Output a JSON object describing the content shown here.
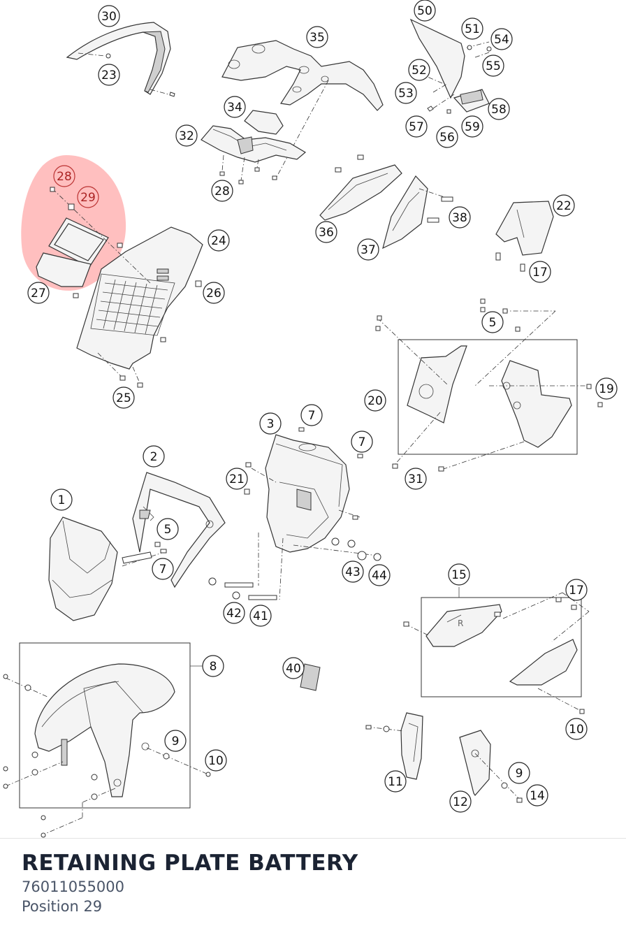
{
  "footer": {
    "title": "RETAINING PLATE BATTERY",
    "part_number": "76011055000",
    "position": "Position 29"
  },
  "colors": {
    "highlight": "#ff8a8a",
    "title": "#1b2333",
    "subtext": "#4a5568"
  },
  "highlighted_positions": [
    "28",
    "29"
  ],
  "callouts": {
    "c1": "1",
    "c2": "2",
    "c3": "3",
    "c5a": "5",
    "c5b": "5",
    "c7a": "7",
    "c7b": "7",
    "c7c": "7",
    "c8": "8",
    "c9a": "9",
    "c9b": "9",
    "c10a": "10",
    "c10b": "10",
    "c11": "11",
    "c12": "12",
    "c14": "14",
    "c15": "15",
    "c17a": "17",
    "c17b": "17",
    "c19": "19",
    "c20": "20",
    "c21": "21",
    "c22": "22",
    "c23": "23",
    "c24": "24",
    "c25": "25",
    "c26": "26",
    "c27": "27",
    "c28a": "28",
    "c28b": "28",
    "c29": "29",
    "c30": "30",
    "c31": "31",
    "c32": "32",
    "c34": "34",
    "c35": "35",
    "c36": "36",
    "c37": "37",
    "c38": "38",
    "c40": "40",
    "c41": "41",
    "c42": "42",
    "c43": "43",
    "c44": "44",
    "c50": "50",
    "c51": "51",
    "c52": "52",
    "c53": "53",
    "c54": "54",
    "c55": "55",
    "c56": "56",
    "c57": "57",
    "c58": "58",
    "c59": "59"
  }
}
